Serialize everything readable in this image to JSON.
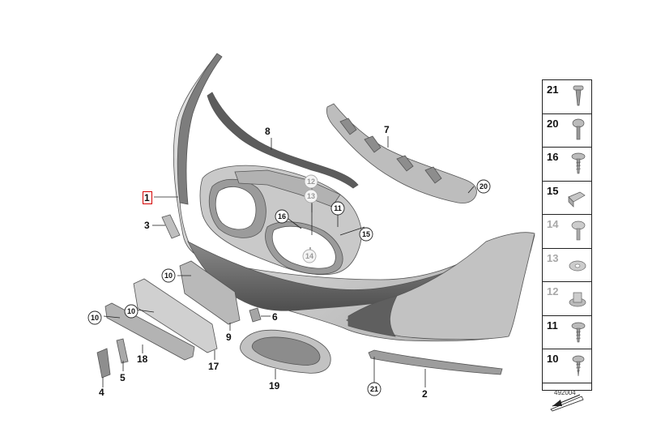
{
  "title": "",
  "callouts": {
    "main_bumper": "1",
    "part2": "2",
    "part3": "3",
    "part4": "4",
    "part5": "5",
    "part6": "6",
    "part7": "7",
    "part8": "8",
    "part9": "9",
    "part17": "17",
    "part18": "18",
    "part19": "19",
    "circle10_a": "10",
    "circle10_b": "10",
    "circle10_c": "10",
    "circle11": "11",
    "circle12": "12",
    "circle13": "13",
    "circle14": "14",
    "circle15": "15",
    "circle16": "16",
    "circle20": "20",
    "circle21": "21"
  },
  "legend": [
    {
      "num": "21",
      "icon": "push-rivet-icon",
      "muted": false
    },
    {
      "num": "20",
      "icon": "round-head-screw-icon",
      "muted": false
    },
    {
      "num": "16",
      "icon": "flange-screw-icon",
      "muted": false
    },
    {
      "num": "15",
      "icon": "clip-nut-icon",
      "muted": false
    },
    {
      "num": "14",
      "icon": "hex-flange-screw-icon",
      "muted": true
    },
    {
      "num": "13",
      "icon": "washer-icon",
      "muted": true
    },
    {
      "num": "12",
      "icon": "collar-nut-icon",
      "muted": true
    },
    {
      "num": "11",
      "icon": "torx-screw-icon",
      "muted": false
    },
    {
      "num": "10",
      "icon": "self-tapping-screw-icon",
      "muted": false
    },
    {
      "num": "",
      "icon": "arrow-symbol-icon",
      "muted": false
    }
  ],
  "doc_id": "492004",
  "colors": {
    "part_light": "#d6d6d6",
    "part_mid": "#b8b8b8",
    "part_dark": "#6b6b6b",
    "highlight": "#d40000"
  }
}
